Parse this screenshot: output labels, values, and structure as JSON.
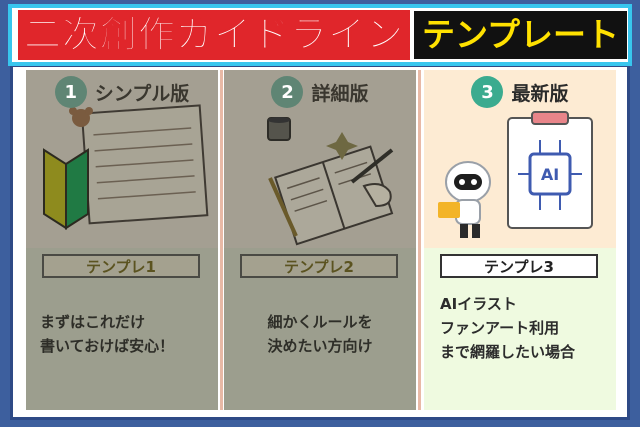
{
  "title": {
    "main": "二次創作ガイドライン",
    "sub": "テンプレート"
  },
  "columns": [
    {
      "number": "1",
      "label": "シンプル版",
      "template": "テンプレ1",
      "desc": [
        "まずはこれだけ",
        "書いておけば安心！"
      ],
      "icon": "beginner-mark-notepad"
    },
    {
      "number": "2",
      "label": "詳細版",
      "template": "テンプレ2",
      "desc": [
        "細かくルールを",
        "決めたい方向け"
      ],
      "icon": "writing-hand-notebook"
    },
    {
      "number": "3",
      "label": "最新版",
      "template": "テンプレ3",
      "desc": [
        "AIイラスト",
        "ファンアート利用",
        "まで網羅したい場合"
      ],
      "icon": "robot-ai-clipboard"
    }
  ],
  "colors": {
    "background": "#3d5f9e",
    "banner_red": "#e0262b",
    "banner_yellow": "#ffe100",
    "banner_border": "#38c6ee",
    "accent_green": "#3bab8f"
  }
}
